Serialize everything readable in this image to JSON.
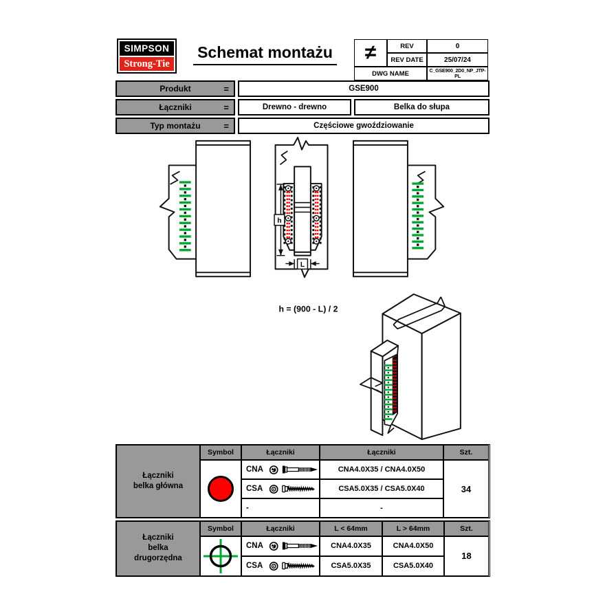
{
  "header": {
    "brand_top": "SIMPSON",
    "brand_bottom": "Strong-Tie",
    "title": "Schemat montażu",
    "symbol": "≠",
    "rev": {
      "label": "REV",
      "value": "0"
    },
    "rev_date": {
      "label": "REV DATE",
      "value": "25/07/24"
    },
    "dwg": {
      "label": "DWG NAME",
      "value": "C_GSE900_2D0_NP_JTP-PL"
    }
  },
  "product": {
    "rows": [
      {
        "label": "Produkt",
        "eq": "=",
        "value": "GSE900"
      },
      {
        "label": "Łączniki",
        "eq": "=",
        "value": "Drewno - drewno",
        "value2": "Belka do słupa"
      },
      {
        "label": "Typ montażu",
        "eq": "=",
        "value": "Częściowe gwoździowanie"
      }
    ]
  },
  "drawing": {
    "formula": "h = (900 - L) / 2",
    "dim_h": "h",
    "dim_l": "L"
  },
  "table_main": {
    "title": "Łączniki\nbelka główna",
    "col_symbol": "Symbol",
    "col_fasteners_left": "Łączniki",
    "col_fasteners_right": "Łączniki",
    "col_qty": "Szt.",
    "rows": [
      {
        "code": "CNA",
        "value": "CNA4.0X35 / CNA4.0X50"
      },
      {
        "code": "CSA",
        "value": "CSA5.0X35 / CSA5.0X40"
      },
      {
        "code": "-",
        "value": "-"
      }
    ],
    "qty": "34"
  },
  "table_secondary": {
    "title": "Łączniki\nbelka\ndrugorzędna",
    "col_symbol": "Symbol",
    "col_fasteners": "Łączniki",
    "col_short": "L < 64mm",
    "col_long": "L > 64mm",
    "col_qty": "Szt.",
    "rows": [
      {
        "code": "CNA",
        "short": "CNA4.0X35",
        "long": "CNA4.0X50"
      },
      {
        "code": "CSA",
        "short": "CSA5.0X35",
        "long": "CSA5.0X40"
      }
    ],
    "qty": "18"
  },
  "icons": {
    "revision_symbol": "not-equal",
    "main_beam_symbol": "red-circle",
    "secondary_beam_symbol": "green-crosshair",
    "cna_head": "nail-head-top-view",
    "csa_head": "screw-head-top-view",
    "cna_drawing": "nail-side-view",
    "csa_drawing": "screw-side-view"
  },
  "colors": {
    "brand_red": "#e2231a",
    "symbol_red": "#ff0000",
    "nail_green": "#00a830",
    "hole_red": "#ff0000",
    "header_gray": "#999999"
  }
}
